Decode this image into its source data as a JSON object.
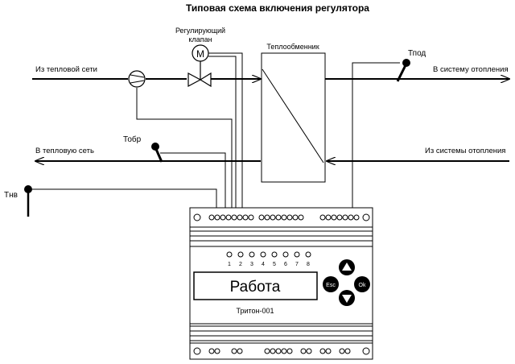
{
  "title": "Типовая схема включения регулятора",
  "valve_label_line1": "Регулирующий",
  "valve_label_line2": "клапан",
  "motor_letter": "M",
  "heat_exchanger_label": "Теплообменник",
  "from_network_label": "Из тепловой сети",
  "to_heating_label": "В систему отопления",
  "to_network_label": "В тепловую сеть",
  "from_heating_label": "Из системы отопления",
  "sensor_supply_label": "Тпод",
  "sensor_return_label": "Тобр",
  "sensor_outdoor_label": "Тнв",
  "controller": {
    "display_text": "Работа",
    "model": "Тритон-001",
    "led_numbers": [
      "1",
      "2",
      "3",
      "4",
      "5",
      "6",
      "7",
      "8"
    ],
    "esc_label": "Esc",
    "ok_label": "Ok"
  }
}
